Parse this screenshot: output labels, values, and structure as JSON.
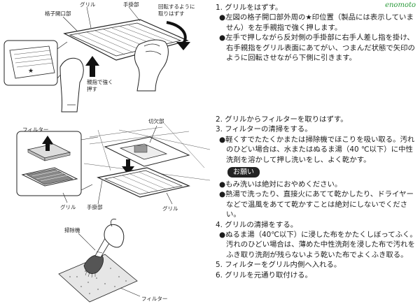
{
  "watermark": "enomoto",
  "step1": {
    "title": "1. グリルをはずす。",
    "bullet1": "●左図の格子開口部外周の★印位置（製品には表示していません）を左手親指で強く押します。",
    "bullet2": "●左手で押しながら反対側の手掛部に右手人差し指を掛け、右手親指をグリル表面にあてがい、つまんだ状態で矢印のように回転させながら下側に引きます。"
  },
  "steps": {
    "s2": "2. グリルからフィルターを取りはずす。",
    "s3": "3. フィルターの清掃をする。",
    "s3_bullet": "●軽くすでたたくかまたは掃除機でほこりを吸い取る。汚れのひどい場合は、水またはぬるま湯（40 ℃以下）に中性洗剤を溶かして押し洗いをし、よく乾かす。",
    "notice_label": "お願い",
    "notice_b1": "●もみ洗いは絶対におやめください。",
    "notice_b2": "●熱湯で洗ったり、直接火にあてて乾かしたり、ドライヤーなどで温風をあてて乾かすことは絶対にしないでください。",
    "s4": "4. グリルの清掃をする。",
    "s4_bullet": "●ぬるま湯（40℃以下）に浸した布をかたくしぼってふく。汚れのひどい場合は、薄めた中性洗剤を浸した布で汚れをふき取り洗剤が残らないよう乾いた布でよくふき取る。",
    "s5": "5. フィルターをグリル内側へ入れる。",
    "s6": "6. グリルを元通り取付ける。"
  },
  "labels": {
    "grille": "グリル",
    "handle": "手掛部",
    "lattice_opening": "格子開口部",
    "rotate_note_1": "回転するように",
    "rotate_note_2": "取りはずす",
    "press_note_1": "親指で強く",
    "press_note_2": "押す",
    "filter": "フィルター",
    "notch": "切欠部",
    "handle2": "手掛部",
    "grille2": "グリル",
    "grille3": "グリル",
    "vacuum": "掃除機",
    "filter2": "フィルター"
  }
}
